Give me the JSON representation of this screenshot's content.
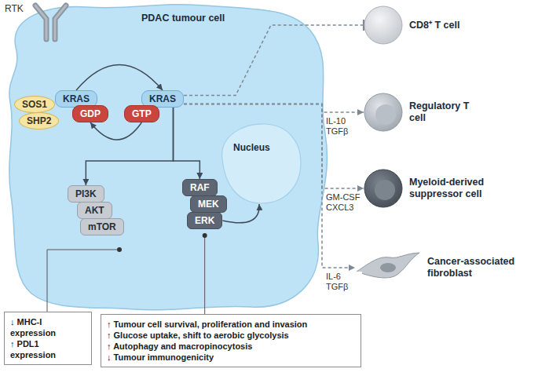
{
  "diagram": {
    "nodes": [
      {
        "text": [
          "PDAC tumour cell"
        ]
      },
      {
        "text": [
          "KRAS"
        ],
        "in": 0
      },
      {
        "text": [
          "GDP"
        ],
        "in": 0
      },
      {
        "text": [
          "KRAS"
        ],
        "in": 0
      },
      {
        "text": [
          "GTP"
        ],
        "in": 0
      },
      {
        "text": [
          "SOS1"
        ],
        "in": 0
      },
      {
        "text": [
          "SHP2"
        ],
        "in": 0
      },
      {
        "text": [
          "PI3K"
        ],
        "in": 0
      },
      {
        "text": [
          "AKT"
        ],
        "in": 0
      },
      {
        "text": [
          "mTOR"
        ],
        "in": 0
      },
      {
        "text": [
          "RAF"
        ],
        "in": 0
      },
      {
        "text": [
          "MEK"
        ],
        "in": 0
      },
      {
        "text": [
          "ERK"
        ],
        "in": 0
      },
      {
        "text": [
          "Nucleus"
        ],
        "in": 0
      },
      {
        "text": [
          "CD8⁺ T cell"
        ]
      },
      {
        "text": [
          "Regulatory T cell"
        ]
      },
      {
        "text": [
          "Myeloid-derived suppressor cell"
        ]
      },
      {
        "text": [
          "Cancer-associated fibroblast"
        ]
      },
      {
        "text": [
          "↓ MHC-I expression",
          "↑ PDL1 expression"
        ]
      },
      {
        "text": [
          "↑ Tumour cell survival, proliferation and invasion",
          "↑ Glucose uptake, shift to aerobic glycolysis",
          "↑ Autophagy and macropinocytosis",
          "↓ Tumour immunogenicity"
        ]
      }
    ],
    "edges": [
      {
        "from": 1,
        "to": 3,
        "arrow": "to"
      },
      {
        "from": 4,
        "to": 2,
        "arrow": "to"
      },
      {
        "from": 3,
        "to": 7,
        "arrow": "to"
      },
      {
        "from": 3,
        "to": 10,
        "arrow": "to"
      },
      {
        "from": 12,
        "to": 13,
        "arrow": "to"
      },
      {
        "from": 3,
        "to": 14,
        "arrow": "to"
      },
      {
        "from": 3,
        "to": 15,
        "label": "IL-10 TGFβ",
        "arrow": "to"
      },
      {
        "from": 3,
        "to": 16,
        "label": "GM-CSF CXCL3",
        "arrow": "to"
      },
      {
        "from": 3,
        "to": 17,
        "label": "IL-6 TGFβ",
        "arrow": "to"
      },
      {
        "from": 0,
        "to": 18,
        "arrow": "none"
      },
      {
        "from": 12,
        "to": 19,
        "arrow": "none"
      }
    ],
    "labels": [
      "RTK"
    ]
  }
}
